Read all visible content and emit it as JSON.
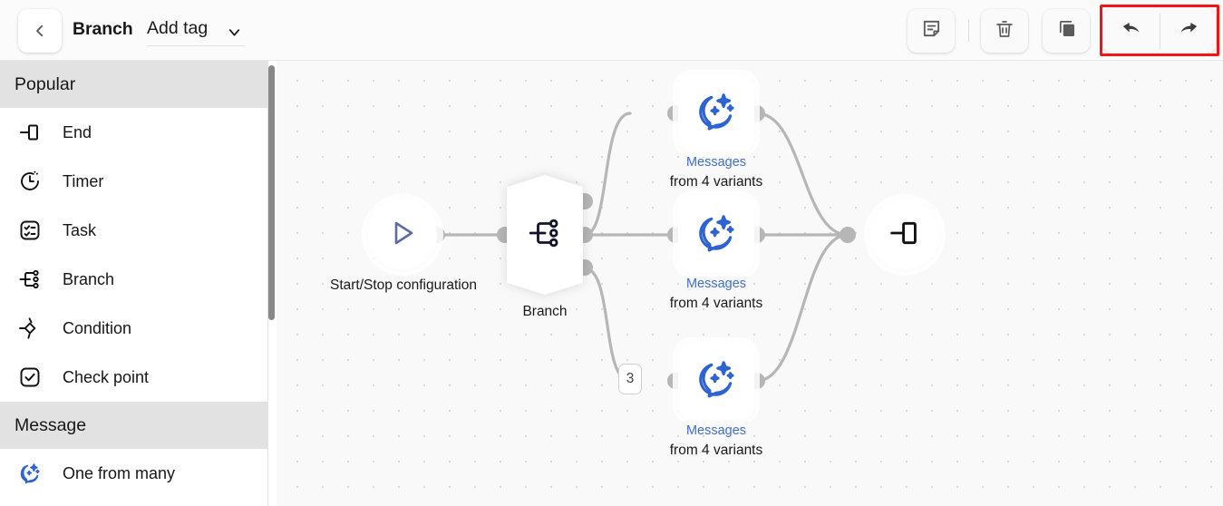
{
  "header": {
    "back_icon": "chevron-left-icon",
    "title": "Branch",
    "tag": {
      "label": "Add tag",
      "caret_icon": "chevron-down-icon"
    },
    "tools": [
      {
        "name": "note-button",
        "icon": "note-icon"
      },
      {
        "name": "delete-button",
        "icon": "trash-icon"
      },
      {
        "name": "duplicate-button",
        "icon": "copy-icon"
      }
    ],
    "undo": {
      "name": "undo-button",
      "icon": "undo-arrow-icon"
    },
    "redo": {
      "name": "redo-button",
      "icon": "redo-arrow-icon"
    },
    "highlight_color": "#f51414"
  },
  "sidebar": {
    "sections": [
      {
        "title": "Popular",
        "items": [
          {
            "label": "End",
            "icon": "end-node-icon",
            "accent": false
          },
          {
            "label": "Timer",
            "icon": "timer-icon",
            "accent": false
          },
          {
            "label": "Task",
            "icon": "task-checklist-icon",
            "accent": false
          },
          {
            "label": "Branch",
            "icon": "branch-icon",
            "accent": false
          },
          {
            "label": "Condition",
            "icon": "condition-diamond-icon",
            "accent": false
          },
          {
            "label": "Check point",
            "icon": "check-point-icon",
            "accent": false
          }
        ]
      },
      {
        "title": "Message",
        "items": [
          {
            "label": "One from many",
            "icon": "message-sparkle-icon",
            "accent": true
          }
        ]
      }
    ]
  },
  "canvas": {
    "accent_color": "#3e6fd6",
    "edge_color": "#b6b6b6",
    "nodes": [
      {
        "id": "start",
        "type": "start",
        "icon": "play-icon",
        "label": "Start/Stop configuration"
      },
      {
        "id": "branch",
        "type": "branch",
        "icon": "branch-icon",
        "label": "Branch"
      },
      {
        "id": "msg1",
        "type": "message",
        "icon": "message-sparkle-icon",
        "label_accent": "Messages",
        "label": "from 4 variants"
      },
      {
        "id": "msg2",
        "type": "message",
        "icon": "message-sparkle-icon",
        "label_accent": "Messages",
        "label": "from 4 variants"
      },
      {
        "id": "msg3",
        "type": "message",
        "icon": "message-sparkle-icon",
        "label_accent": "Messages",
        "label": "from 4 variants"
      },
      {
        "id": "end",
        "type": "end",
        "icon": "end-node-icon",
        "label": ""
      }
    ],
    "badge": {
      "value": "3"
    }
  }
}
